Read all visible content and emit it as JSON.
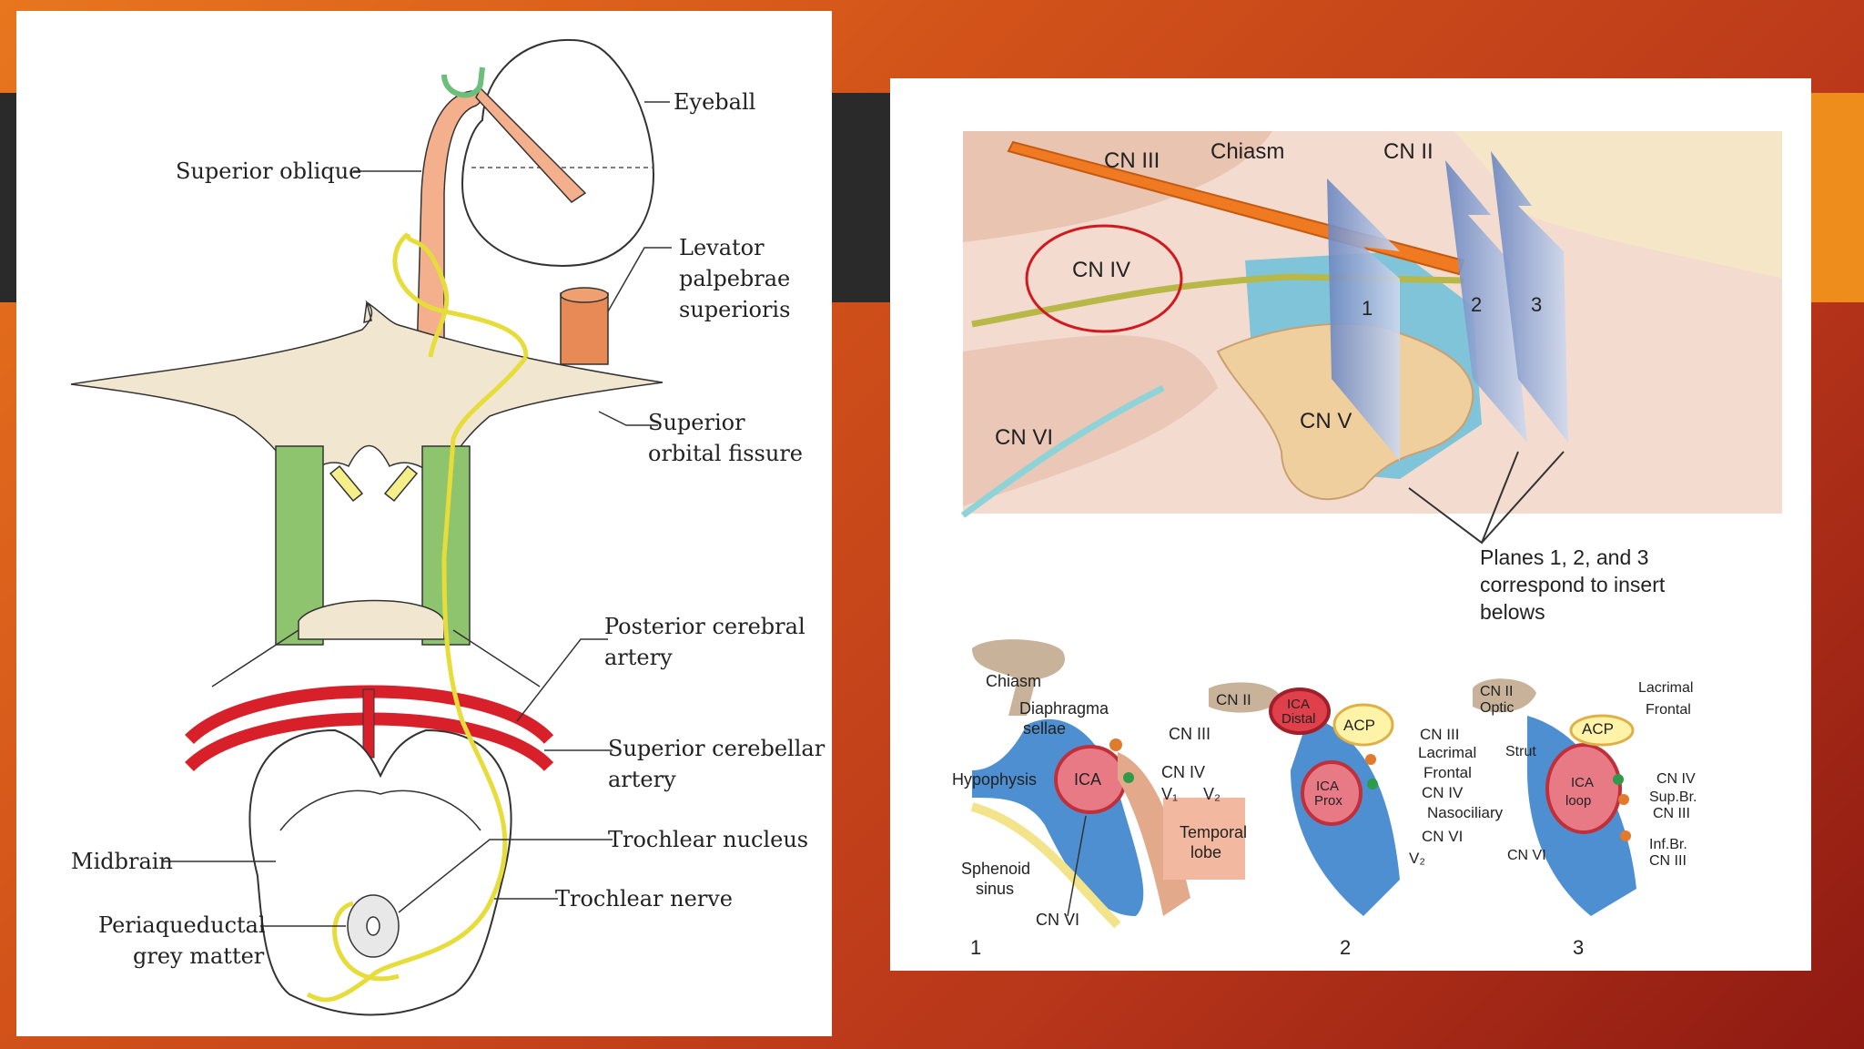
{
  "slide": {
    "accent_colors": [
      "#e8761e",
      "#b8361a",
      "#2a2a2a",
      "#ee8c1c"
    ]
  },
  "left_figure": {
    "labels": {
      "eyeball": "Eyeball",
      "superior_oblique": "Superior oblique",
      "levator_1": "Levator",
      "levator_2": "palpebrae",
      "levator_3": "superioris",
      "sof_1": "Superior",
      "sof_2": "orbital fissure",
      "pca_1": "Posterior cerebral",
      "pca_2": "artery",
      "sca_1": "Superior cerebellar",
      "sca_2": "artery",
      "trochlear_nucleus": "Trochlear nucleus",
      "midbrain": "Midbrain",
      "trochlear_nerve": "Trochlear nerve",
      "pag_1": "Periaqueductal",
      "pag_2": "grey matter"
    }
  },
  "right_figure": {
    "top_labels": {
      "cn3": "CN III",
      "chiasm": "Chiasm",
      "cn2": "CN II",
      "cn4": "CN IV",
      "cn6": "CN VI",
      "cn5": "CN V",
      "plane1": "1",
      "plane2": "2",
      "plane3": "3",
      "note_1": "Planes 1, 2, and 3",
      "note_2": "correspond to insert",
      "note_3": "belows"
    },
    "inset1": {
      "chiasm": "Chiasm",
      "diaphragma_1": "Diaphragma",
      "diaphragma_2": "sellae",
      "hypophysis": "Hypophysis",
      "ica": "ICA",
      "cn3": "CN III",
      "cn4": "CN IV",
      "v1": "V₁",
      "v2": "V₂",
      "temporal_1": "Temporal",
      "temporal_2": "lobe",
      "sphenoid_1": "Sphenoid",
      "sphenoid_2": "sinus",
      "cn6": "CN VI",
      "number": "1"
    },
    "inset2": {
      "cn2": "CN II",
      "ica_distal_1": "ICA",
      "ica_distal_2": "Distal",
      "acp": "ACP",
      "cn3": "CN III",
      "lacrimal": "Lacrimal",
      "frontal": "Frontal",
      "ica_prox_1": "ICA",
      "ica_prox_2": "Prox",
      "cn4": "CN IV",
      "nasociliary": "Nasociliary",
      "cn6": "CN VI",
      "v2": "V₂",
      "number": "2"
    },
    "inset3": {
      "cn2_1": "CN II",
      "cn2_2": "Optic",
      "lacrimal": "Lacrimal",
      "frontal": "Frontal",
      "acp": "ACP",
      "strut": "Strut",
      "ica_1": "ICA",
      "ica_2": "loop",
      "cn4": "CN IV",
      "supbr_1": "Sup.Br.",
      "supbr_2": "CN III",
      "infbr_1": "Inf.Br.",
      "infbr_2": "CN III",
      "cn6": "CN VI",
      "number": "3"
    }
  }
}
